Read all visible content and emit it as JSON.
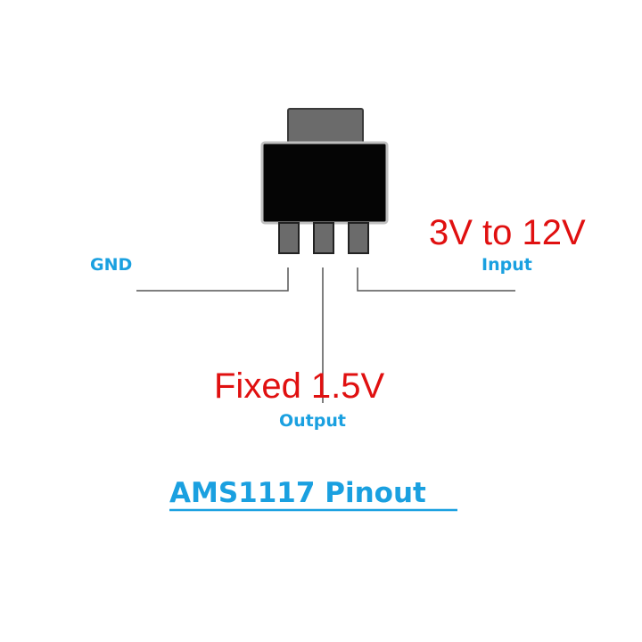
{
  "colors": {
    "label_blue": "#1aa0e0",
    "voltage_red": "#e01010",
    "title_blue": "#1aa0e0",
    "body_black": "#000000",
    "tab_gray": "#6b6b6b",
    "wire_gray": "#555555"
  },
  "pins": {
    "gnd": {
      "label": "GND"
    },
    "input": {
      "label": "Input",
      "voltage": "3V to 12V"
    },
    "output": {
      "label": "Output",
      "voltage": "Fixed 1.5V"
    }
  },
  "title": "AMS1117 Pinout"
}
